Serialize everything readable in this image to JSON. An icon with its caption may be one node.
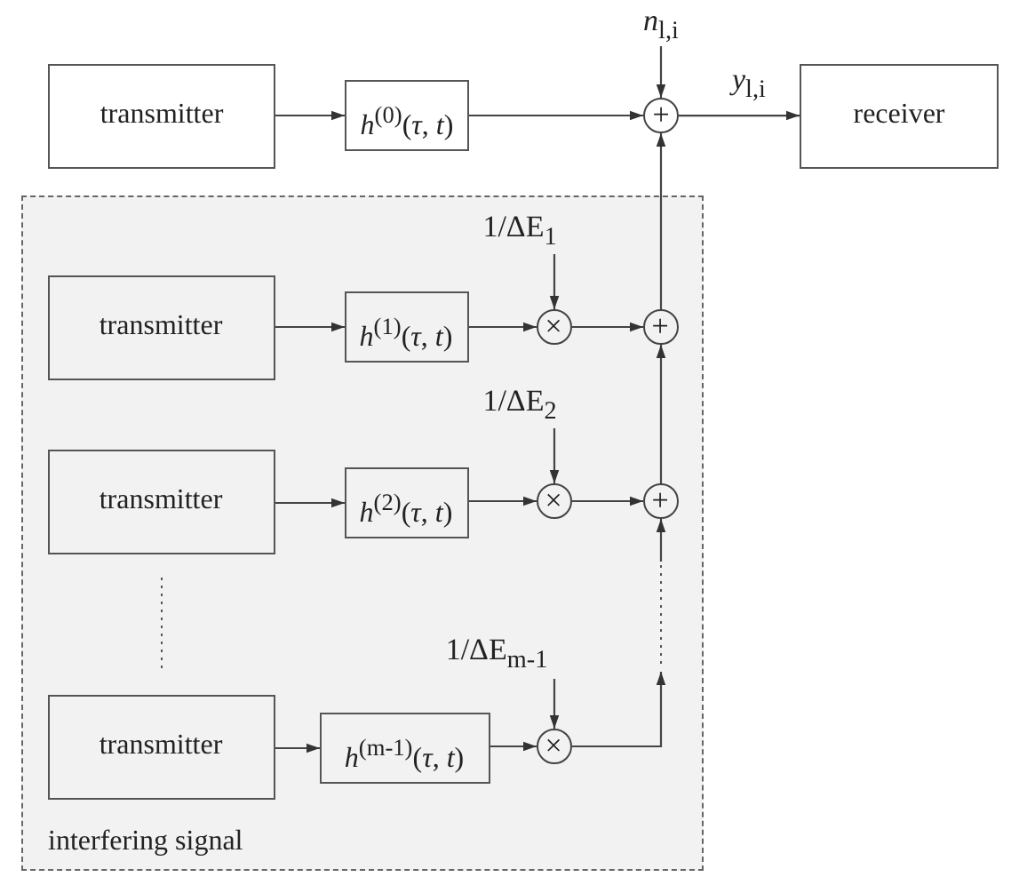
{
  "diagram": {
    "nodes": [
      {
        "text": [
          "*n*$_{l,i}$"
        ]
      },
      {
        "text": [
          "transmitter"
        ]
      },
      {
        "text": [
          "*h*$^{(0)}$(*τ*, *t*)"
        ]
      },
      {
        "text": [
          "+"
        ]
      },
      {
        "text": [
          "receiver"
        ]
      },
      {
        "text": [
          "interfering signal"
        ]
      },
      {
        "text": [
          "1/ΔE$_{1}$"
        ],
        "in": 5
      },
      {
        "text": [
          "transmitter"
        ],
        "in": 5
      },
      {
        "text": [
          "*h*$^{(1)}$(*τ*, *t*)"
        ],
        "in": 5
      },
      {
        "text": [
          "×"
        ],
        "in": 5
      },
      {
        "text": [
          "+"
        ],
        "in": 5
      },
      {
        "text": [
          "1/ΔE$_{2}$"
        ],
        "in": 5
      },
      {
        "text": [
          "transmitter"
        ],
        "in": 5
      },
      {
        "text": [
          "*h*$^{(2)}$(*τ*, *t*)"
        ],
        "in": 5
      },
      {
        "text": [
          "×"
        ],
        "in": 5
      },
      {
        "text": [
          "+"
        ],
        "in": 5
      },
      {
        "text": [
          "1/ΔE$_{m-1}$"
        ],
        "in": 5
      },
      {
        "text": [
          "transmitter"
        ],
        "in": 5
      },
      {
        "text": [
          "*h*$^{(m-1)}$(*τ*, *t*)"
        ],
        "in": 5
      },
      {
        "text": [
          "×"
        ],
        "in": 5
      }
    ],
    "edges": [
      {
        "from": 1,
        "to": 2,
        "arrow": "to"
      },
      {
        "from": 2,
        "to": 3,
        "arrow": "to"
      },
      {
        "from": 0,
        "to": 3,
        "arrow": "to"
      },
      {
        "from": 3,
        "to": 4,
        "arrow": "to",
        "label": "*y*$_{l,i}$"
      },
      {
        "from": 7,
        "to": 8,
        "arrow": "to"
      },
      {
        "from": 8,
        "to": 9,
        "arrow": "to"
      },
      {
        "from": 6,
        "to": 9,
        "arrow": "to"
      },
      {
        "from": 9,
        "to": 10,
        "arrow": "to"
      },
      {
        "from": 10,
        "to": 3,
        "arrow": "to"
      },
      {
        "from": 12,
        "to": 13,
        "arrow": "to"
      },
      {
        "from": 13,
        "to": 14,
        "arrow": "to"
      },
      {
        "from": 11,
        "to": 14,
        "arrow": "to"
      },
      {
        "from": 14,
        "to": 15,
        "arrow": "to"
      },
      {
        "from": 15,
        "to": 10,
        "arrow": "to"
      },
      {
        "from": 19,
        "to": null,
        "arrow": "to"
      },
      {
        "from": null,
        "to": 15,
        "arrow": "to"
      },
      {
        "from": 17,
        "to": 18,
        "arrow": "to"
      },
      {
        "from": 18,
        "to": 19,
        "arrow": "to"
      },
      {
        "from": 16,
        "to": 19,
        "arrow": "to"
      }
    ]
  }
}
